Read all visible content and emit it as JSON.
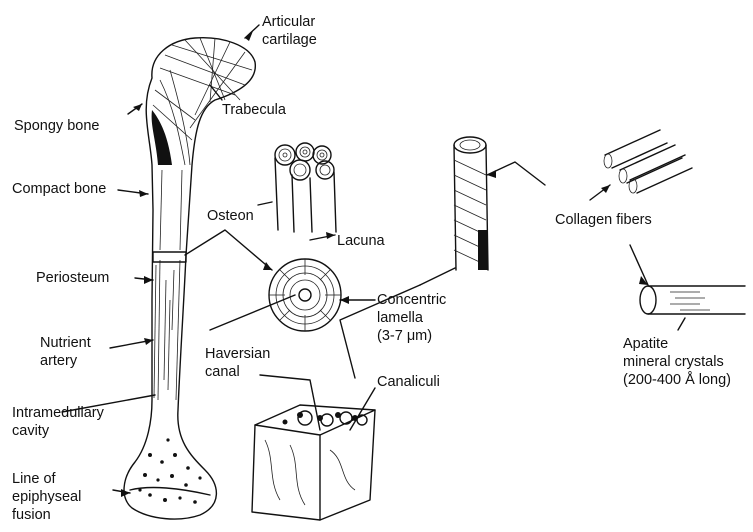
{
  "labels": {
    "articular_cartilage": [
      "Articular",
      "cartilage"
    ],
    "trabecula": "Trabecula",
    "spongy_bone": "Spongy bone",
    "compact_bone": "Compact bone",
    "osteon": "Osteon",
    "lacuna": "Lacuna",
    "periosteum": "Periosteum",
    "nutrient_artery": [
      "Nutrient",
      "artery"
    ],
    "intramedullary_cavity": [
      "Intramedullary",
      "cavity"
    ],
    "line_of_epiphyseal_fusion": [
      "Line of",
      "epiphyseal",
      "fusion"
    ],
    "haversian_canal": [
      "Haversian",
      "canal"
    ],
    "concentric_lamella": [
      "Concentric",
      "lamella",
      "(3-7 μm)"
    ],
    "canaliculi": "Canaliculi",
    "collagen_fibers": "Collagen fibers",
    "apatite": [
      "Apatite",
      "mineral crystals",
      "(200-400 Å long)"
    ]
  }
}
